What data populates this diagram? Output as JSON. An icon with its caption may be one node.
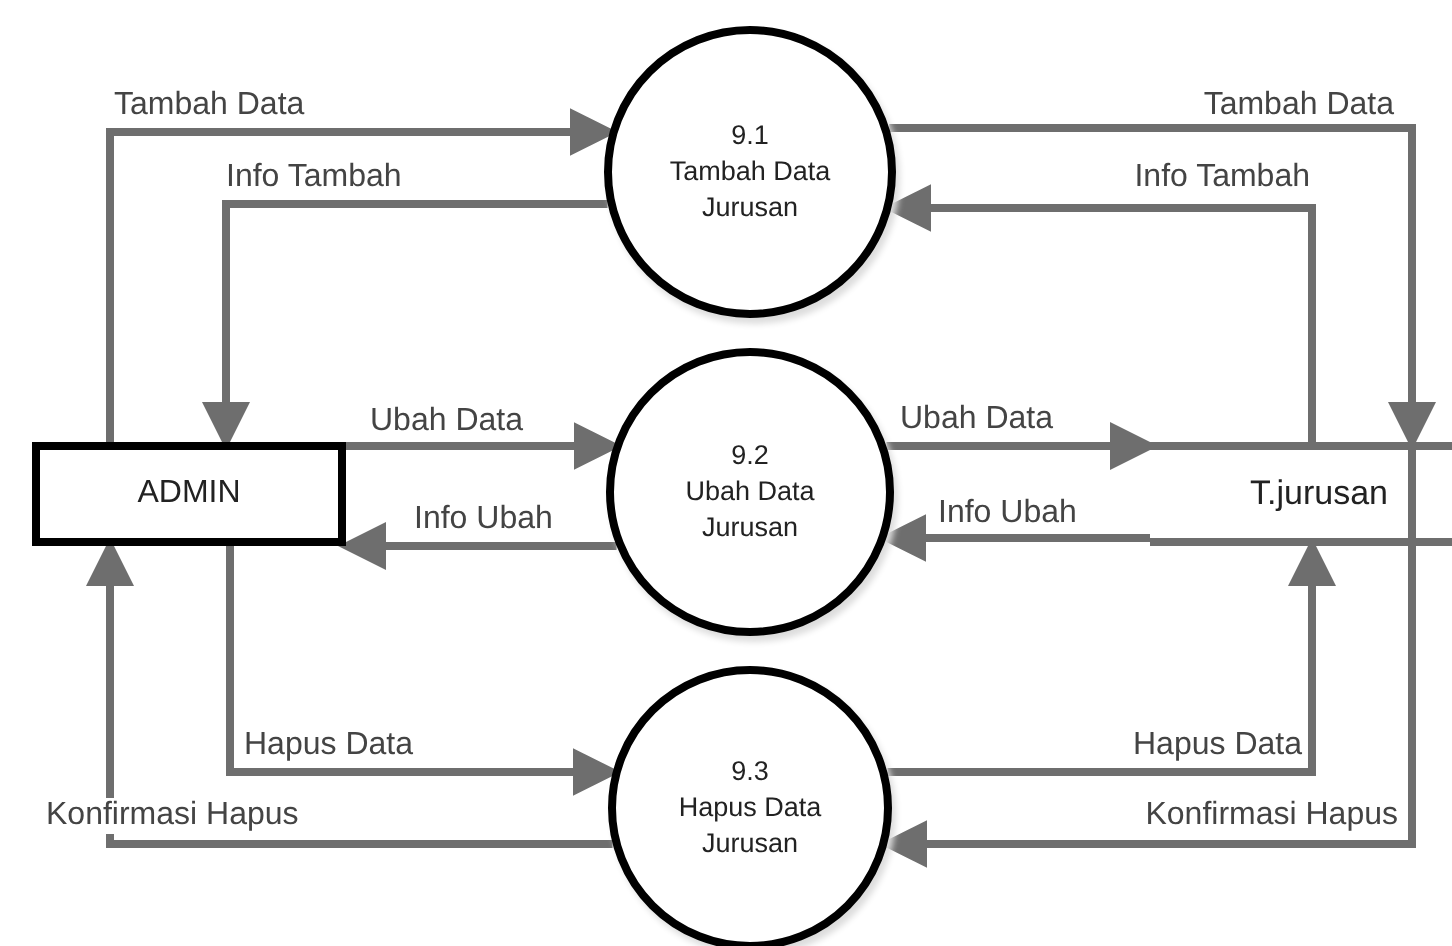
{
  "diagram": {
    "nodes": [
      {
        "text": [
          "ADMIN"
        ]
      },
      {
        "text": [
          "9.1",
          "Tambah Data Jurusan"
        ]
      },
      {
        "text": [
          "9.2",
          "Ubah Data Jurusan"
        ]
      },
      {
        "text": [
          "9.3",
          "Hapus Data Jurusan"
        ]
      },
      {
        "text": [
          "T.jurusan"
        ]
      }
    ],
    "edges": [
      {
        "from": 0,
        "to": 1,
        "arrow": "to",
        "label": "Tambah Data"
      },
      {
        "from": 1,
        "to": 0,
        "arrow": "to",
        "label": "Info Tambah"
      },
      {
        "from": 1,
        "to": 4,
        "arrow": "to",
        "label": "Tambah Data"
      },
      {
        "from": 4,
        "to": 1,
        "arrow": "to",
        "label": "Info Tambah"
      },
      {
        "from": 0,
        "to": 2,
        "arrow": "to",
        "label": "Ubah Data"
      },
      {
        "from": 2,
        "to": 4,
        "arrow": "to",
        "label": "Ubah Data"
      },
      {
        "from": 4,
        "to": 2,
        "arrow": "to",
        "label": "Info Ubah"
      },
      {
        "from": 2,
        "to": 0,
        "arrow": "to",
        "label": "Info Ubah"
      },
      {
        "from": 0,
        "to": 3,
        "arrow": "to",
        "label": "Hapus Data"
      },
      {
        "from": 3,
        "to": 0,
        "arrow": "to",
        "label": "Konfirmasi Hapus"
      },
      {
        "from": 3,
        "to": 4,
        "arrow": "to",
        "label": "Hapus Data"
      },
      {
        "from": 4,
        "to": 3,
        "arrow": "to",
        "label": "Konfirmasi Hapus"
      }
    ]
  }
}
